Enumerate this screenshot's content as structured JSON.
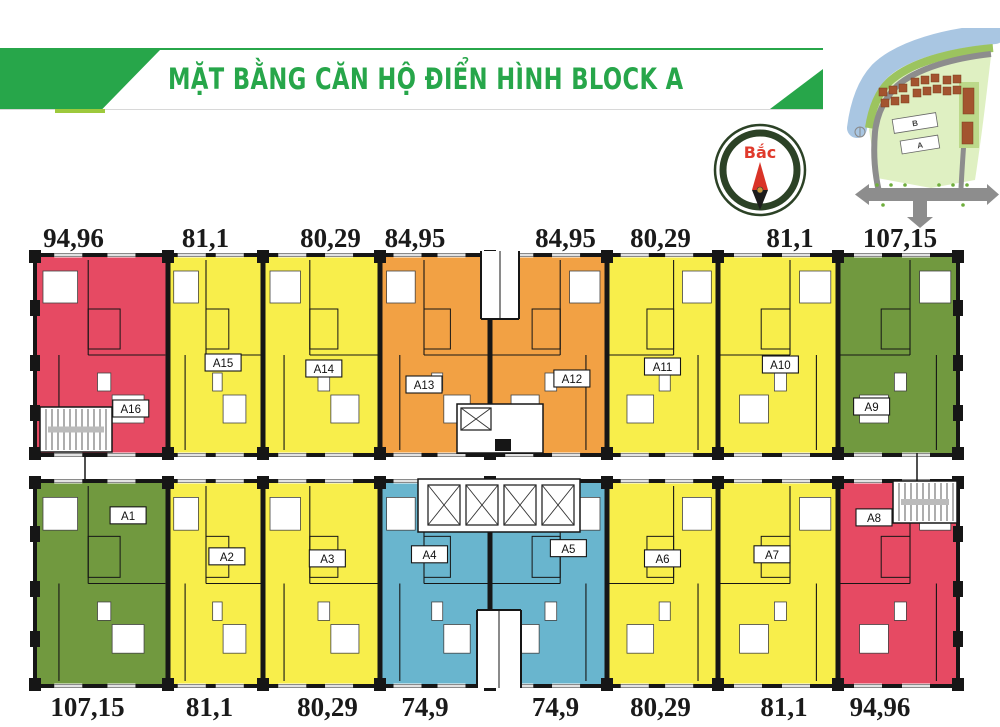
{
  "header": {
    "title": "MẶT BẰNG CĂN HỘ ĐIỂN HÌNH BLOCK A"
  },
  "compass": {
    "north_label": "Bắc"
  },
  "site_map": {
    "block_b_label": "B",
    "block_a_label": "A"
  },
  "colors": {
    "accent_green": "#27a64a",
    "underline_lime": "#9dc93c",
    "wall_black": "#161616",
    "unit_crimson": "#e64a63",
    "unit_yellow": "#f8ee4b",
    "unit_orange": "#f2a144",
    "unit_olive": "#71993f",
    "unit_blue": "#69b5ce",
    "compass_ring": "#2c4226",
    "north_red": "#e03a2c"
  },
  "floor_plan": {
    "top_row": {
      "area_labels": [
        "94,96",
        "81,1",
        "80,29",
        "84,95",
        "84,95",
        "80,29",
        "81,1",
        "107,15"
      ],
      "units": [
        {
          "id": "A16",
          "color": "unit_crimson",
          "label_fx": 0.72,
          "label_fy": 0.77
        },
        {
          "id": "A15",
          "color": "unit_yellow",
          "label_fx": 0.58,
          "label_fy": 0.54
        },
        {
          "id": "A14",
          "color": "unit_yellow",
          "label_fx": 0.52,
          "label_fy": 0.57
        },
        {
          "id": "A13",
          "color": "unit_orange",
          "label_fx": 0.4,
          "label_fy": 0.65
        },
        {
          "id": "A12",
          "color": "unit_orange",
          "label_fx": 0.7,
          "label_fy": 0.62
        },
        {
          "id": "A11",
          "color": "unit_yellow",
          "label_fx": 0.5,
          "label_fy": 0.56
        },
        {
          "id": "A10",
          "color": "unit_yellow",
          "label_fx": 0.52,
          "label_fy": 0.55
        },
        {
          "id": "A9",
          "color": "unit_olive",
          "label_fx": 0.28,
          "label_fy": 0.76
        }
      ]
    },
    "bottom_row": {
      "area_labels": [
        "107,15",
        "81,1",
        "80,29",
        "74,9",
        "74,9",
        "80,29",
        "81,1",
        "94,96"
      ],
      "units": [
        {
          "id": "A1",
          "color": "unit_olive",
          "label_fx": 0.7,
          "label_fy": 0.17
        },
        {
          "id": "A2",
          "color": "unit_yellow",
          "label_fx": 0.62,
          "label_fy": 0.37
        },
        {
          "id": "A3",
          "color": "unit_yellow",
          "label_fx": 0.55,
          "label_fy": 0.38
        },
        {
          "id": "A4",
          "color": "unit_blue",
          "label_fx": 0.45,
          "label_fy": 0.36
        },
        {
          "id": "A5",
          "color": "unit_blue",
          "label_fx": 0.67,
          "label_fy": 0.33
        },
        {
          "id": "A6",
          "color": "unit_yellow",
          "label_fx": 0.5,
          "label_fy": 0.38
        },
        {
          "id": "A7",
          "color": "unit_yellow",
          "label_fx": 0.45,
          "label_fy": 0.36
        },
        {
          "id": "A8",
          "color": "unit_crimson",
          "label_fx": 0.3,
          "label_fy": 0.18
        }
      ]
    }
  }
}
